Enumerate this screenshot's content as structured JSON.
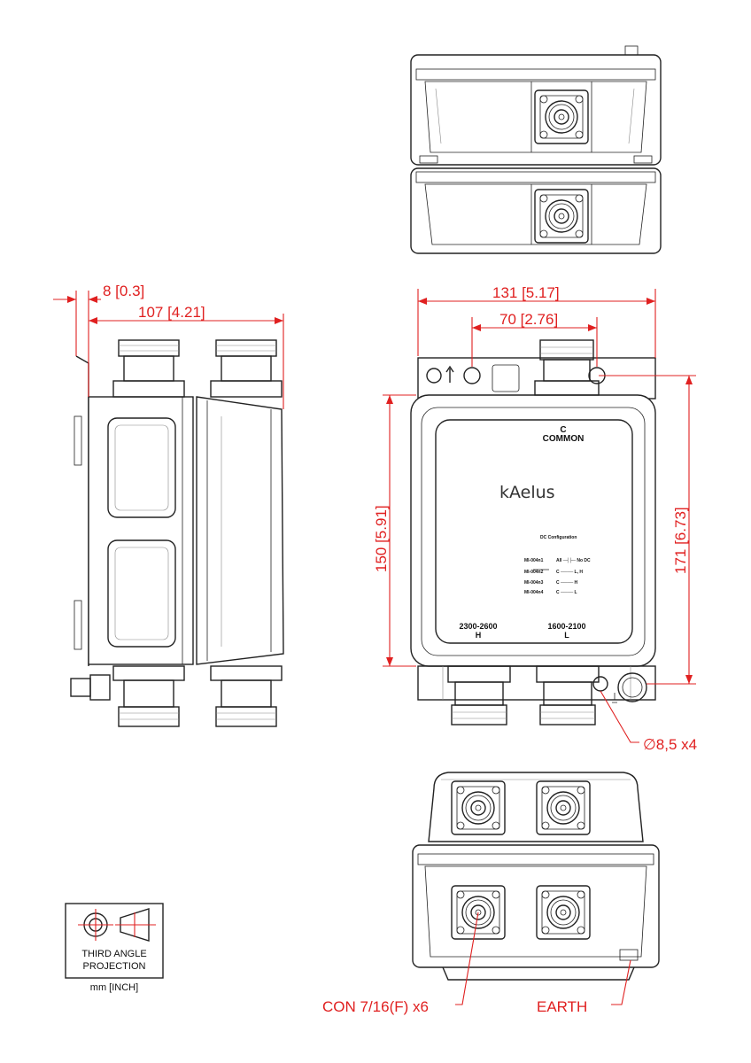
{
  "dimensions": {
    "overall_width": "131 [5.17]",
    "hole_spacing": "70 [2.76]",
    "bracket_offset": "8 [0.3]",
    "depth": "107 [4.21]",
    "body_height": "150 [5.91]",
    "overall_height": "171 [6.73]"
  },
  "callouts": {
    "mounting_holes": "∅8,5 x4",
    "connector": "CON 7/16(F) x6",
    "earth": "EARTH"
  },
  "label_panel": {
    "brand": "kAelus",
    "port_common_letter": "C",
    "port_common": "COMMON",
    "heading": "DC Configuration",
    "config_rows": [
      {
        "code": "MI-004n1",
        "text": "All ─┤├─ No DC"
      },
      {
        "code": "MI-004n2",
        "text": "C ──── L, H"
      },
      {
        "code": "MI-004n3",
        "text": "C ──── H"
      },
      {
        "code": "MI-004n4",
        "text": "C ──── L"
      }
    ],
    "port_high_band": "2300-2600",
    "port_high_letter": "H",
    "port_low_band": "1600-2100",
    "port_low_letter": "L"
  },
  "legend": {
    "projection_line1": "THIRD ANGLE",
    "projection_line2": "PROJECTION",
    "units": "mm [INCH]"
  },
  "colors": {
    "dimension": "#e02020",
    "outline": "#222222"
  }
}
